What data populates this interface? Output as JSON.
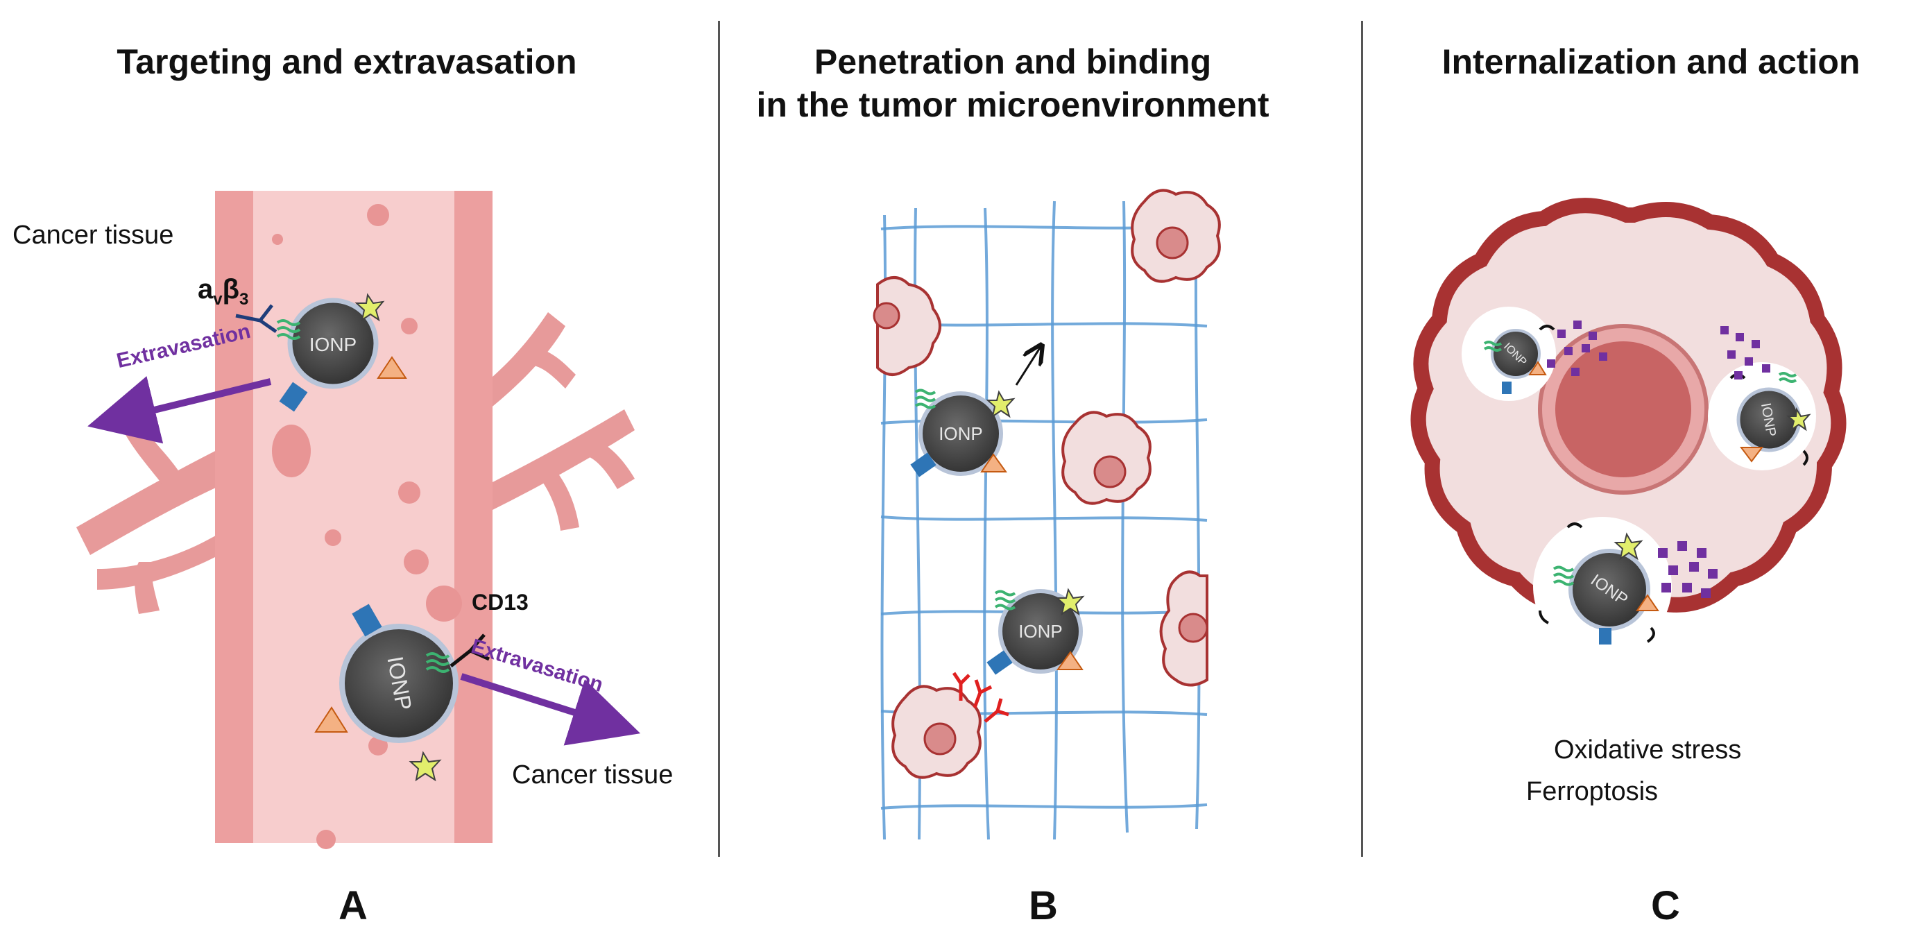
{
  "panels": [
    {
      "title_lines": [
        "Targeting and extravasation"
      ],
      "letter": "A",
      "labels": {
        "cancer_tissue_top": "Cancer tissue",
        "cancer_tissue_bottom": "Cancer tissue",
        "integrin_base": "a",
        "integrin_v": "v",
        "integrin_beta": "β",
        "integrin_3": "3",
        "cd13": "CD13",
        "extravasation_left": "Extravasation",
        "extravasation_right": "Extravasation",
        "ionp_1": "IONP",
        "ionp_2": "IONP"
      }
    },
    {
      "title_lines": [
        "Penetration and binding",
        "in the tumor microenvironment"
      ],
      "letter": "B",
      "labels": {
        "ionp_1": "IONP",
        "ionp_2": "IONP"
      }
    },
    {
      "title_lines": [
        "Internalization and action"
      ],
      "letter": "C",
      "labels": {
        "ionp_1": "IONP",
        "ionp_2": "IONP",
        "ionp_3": "IONP",
        "effect_1": "Oxidative stress",
        "effect_2": "Ferroptosis"
      }
    }
  ],
  "colors": {
    "vessel": "#f4c6c6",
    "vessel_wall": "#e89595",
    "nanoparticle": "#4a4a4a",
    "arrow": "#7030a0",
    "mesh": "#5b9bd5",
    "cell_border": "#a83232",
    "cell_fill": "#f2dede"
  }
}
